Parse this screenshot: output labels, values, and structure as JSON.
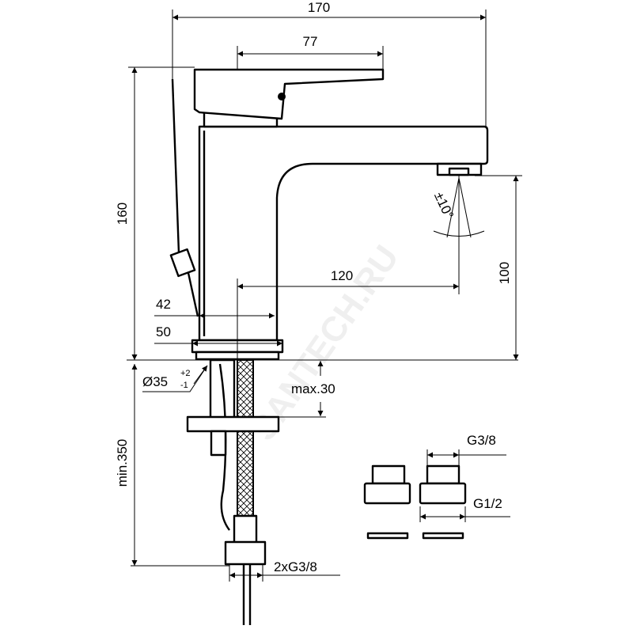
{
  "drawing": {
    "title": "Basin mixer dimension drawing",
    "dimensions": {
      "overall_width": "170",
      "lever_length": "77",
      "overall_height": "160",
      "spout_height": "100",
      "spout_reach": "120",
      "body_width": "42",
      "base_width": "50",
      "hole_diameter": "Ø35",
      "hole_tol_plus": "+2",
      "hole_tol_minus": "-1",
      "max_deck": "max.30",
      "min_hose": "min.350",
      "hose_thread": "2xG3/8",
      "spray_angle": "±10°",
      "adapter_small": "G3/8",
      "adapter_large": "G1/2"
    },
    "watermark": "SANTECH.RU"
  }
}
